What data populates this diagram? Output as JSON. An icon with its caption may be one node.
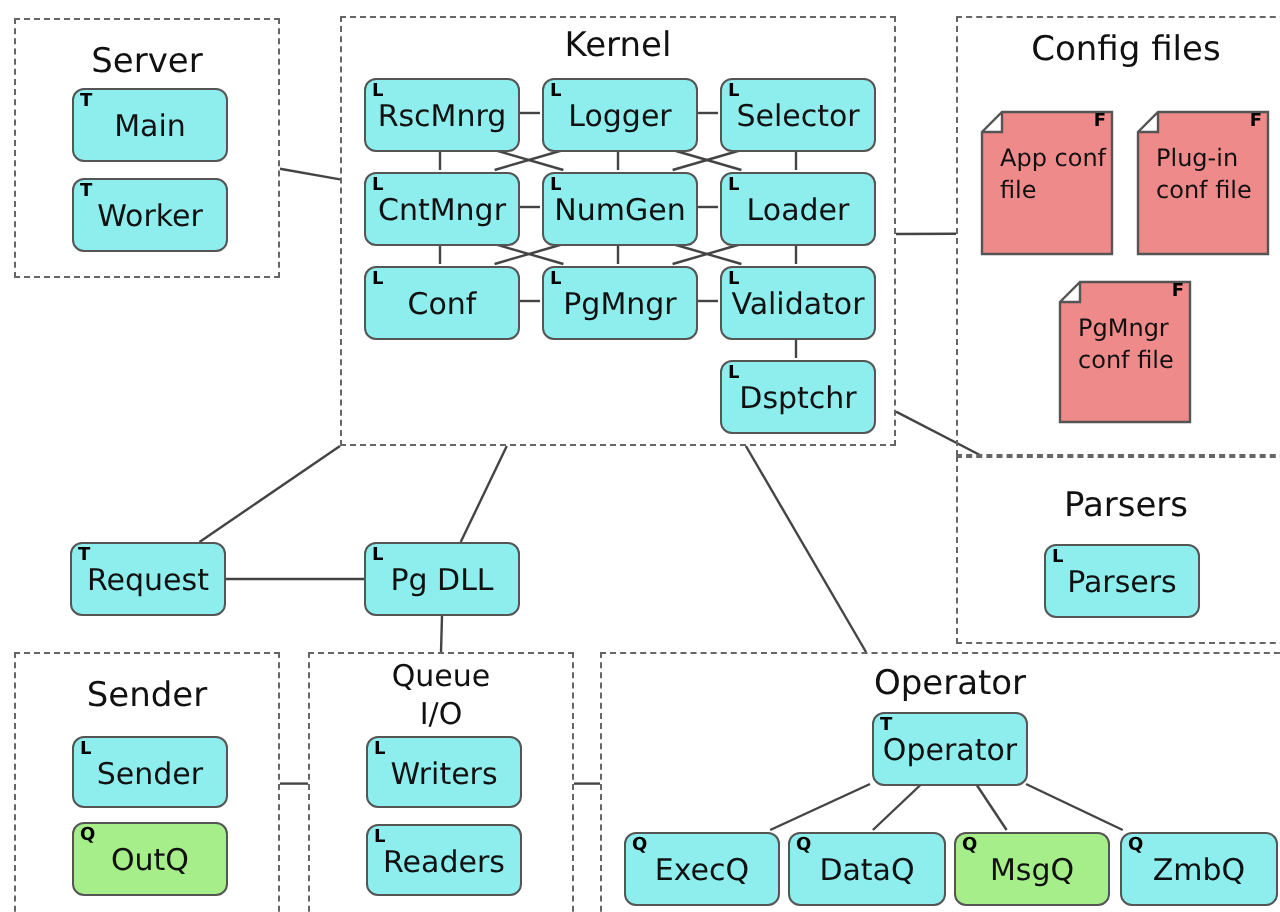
{
  "diagram": {
    "nodes": [
      {
        "text": [
          "Server"
        ]
      },
      {
        "text": [
          "T",
          "Main"
        ],
        "in": 0
      },
      {
        "text": [
          "T",
          "Worker"
        ],
        "in": 0
      },
      {
        "text": [
          "Kernel"
        ]
      },
      {
        "text": [
          "L",
          "RscMnrg"
        ],
        "in": 3
      },
      {
        "text": [
          "L",
          "Logger"
        ],
        "in": 3
      },
      {
        "text": [
          "L",
          "Selector"
        ],
        "in": 3
      },
      {
        "text": [
          "L",
          "CntMngr"
        ],
        "in": 3
      },
      {
        "text": [
          "L",
          "NumGen"
        ],
        "in": 3
      },
      {
        "text": [
          "L",
          "Loader"
        ],
        "in": 3
      },
      {
        "text": [
          "L",
          "Conf"
        ],
        "in": 3
      },
      {
        "text": [
          "L",
          "PgMngr"
        ],
        "in": 3
      },
      {
        "text": [
          "L",
          "Validator"
        ],
        "in": 3
      },
      {
        "text": [
          "L",
          "Dsptchr"
        ],
        "in": 3
      },
      {
        "text": [
          "Config files"
        ]
      },
      {
        "text": [
          "F",
          "App conf file"
        ],
        "in": 14
      },
      {
        "text": [
          "F",
          "Plug-in conf file"
        ],
        "in": 14
      },
      {
        "text": [
          "F",
          "PgMngr conf file"
        ],
        "in": 14
      },
      {
        "text": [
          "Parsers"
        ]
      },
      {
        "text": [
          "L",
          "Parsers"
        ],
        "in": 18
      },
      {
        "text": [
          "T",
          "Request"
        ]
      },
      {
        "text": [
          "L",
          "Pg DLL"
        ]
      },
      {
        "text": [
          "Sender"
        ]
      },
      {
        "text": [
          "L",
          "Sender"
        ],
        "in": 22
      },
      {
        "text": [
          "Q",
          "OutQ"
        ],
        "in": 22
      },
      {
        "text": [
          "Queue I/O"
        ]
      },
      {
        "text": [
          "L",
          "Writers"
        ],
        "in": 25
      },
      {
        "text": [
          "L",
          "Readers"
        ],
        "in": 25
      },
      {
        "text": [
          "Operator"
        ]
      },
      {
        "text": [
          "T",
          "Operator"
        ],
        "in": 28
      },
      {
        "text": [
          "Q",
          "ExecQ"
        ],
        "in": 28
      },
      {
        "text": [
          "Q",
          "DataQ"
        ],
        "in": 28
      },
      {
        "text": [
          "Q",
          "MsgQ"
        ],
        "in": 28
      },
      {
        "text": [
          "Q",
          "ZmbQ"
        ],
        "in": 28
      }
    ],
    "edges": [
      {
        "from": 0,
        "to": 3,
        "arrow": "none"
      },
      {
        "from": 3,
        "to": 14,
        "arrow": "none"
      },
      {
        "from": 3,
        "to": 18,
        "arrow": "none"
      },
      {
        "from": 3,
        "to": 20,
        "arrow": "none"
      },
      {
        "from": 3,
        "to": 21,
        "arrow": "none"
      },
      {
        "from": 3,
        "to": 28,
        "arrow": "none"
      },
      {
        "from": 20,
        "to": 21,
        "arrow": "none"
      },
      {
        "from": 21,
        "to": 25,
        "arrow": "none"
      },
      {
        "from": 22,
        "to": 25,
        "arrow": "none"
      },
      {
        "from": 25,
        "to": 28,
        "arrow": "none"
      },
      {
        "from": 29,
        "to": 30,
        "arrow": "none"
      },
      {
        "from": 29,
        "to": 31,
        "arrow": "none"
      },
      {
        "from": 29,
        "to": 32,
        "arrow": "none"
      },
      {
        "from": 29,
        "to": 33,
        "arrow": "none"
      },
      {
        "from": 4,
        "to": 5,
        "arrow": "none"
      },
      {
        "from": 5,
        "to": 6,
        "arrow": "none"
      },
      {
        "from": 4,
        "to": 7,
        "arrow": "none"
      },
      {
        "from": 5,
        "to": 8,
        "arrow": "none"
      },
      {
        "from": 6,
        "to": 9,
        "arrow": "none"
      },
      {
        "from": 4,
        "to": 8,
        "arrow": "none"
      },
      {
        "from": 5,
        "to": 7,
        "arrow": "none"
      },
      {
        "from": 5,
        "to": 9,
        "arrow": "none"
      },
      {
        "from": 6,
        "to": 8,
        "arrow": "none"
      },
      {
        "from": 7,
        "to": 8,
        "arrow": "none"
      },
      {
        "from": 8,
        "to": 9,
        "arrow": "none"
      },
      {
        "from": 7,
        "to": 10,
        "arrow": "none"
      },
      {
        "from": 8,
        "to": 11,
        "arrow": "none"
      },
      {
        "from": 9,
        "to": 12,
        "arrow": "none"
      },
      {
        "from": 7,
        "to": 11,
        "arrow": "none"
      },
      {
        "from": 8,
        "to": 10,
        "arrow": "none"
      },
      {
        "from": 8,
        "to": 12,
        "arrow": "none"
      },
      {
        "from": 9,
        "to": 11,
        "arrow": "none"
      },
      {
        "from": 10,
        "to": 11,
        "arrow": "none"
      },
      {
        "from": 11,
        "to": 12,
        "arrow": "none"
      },
      {
        "from": 12,
        "to": 13,
        "arrow": "none"
      }
    ]
  }
}
